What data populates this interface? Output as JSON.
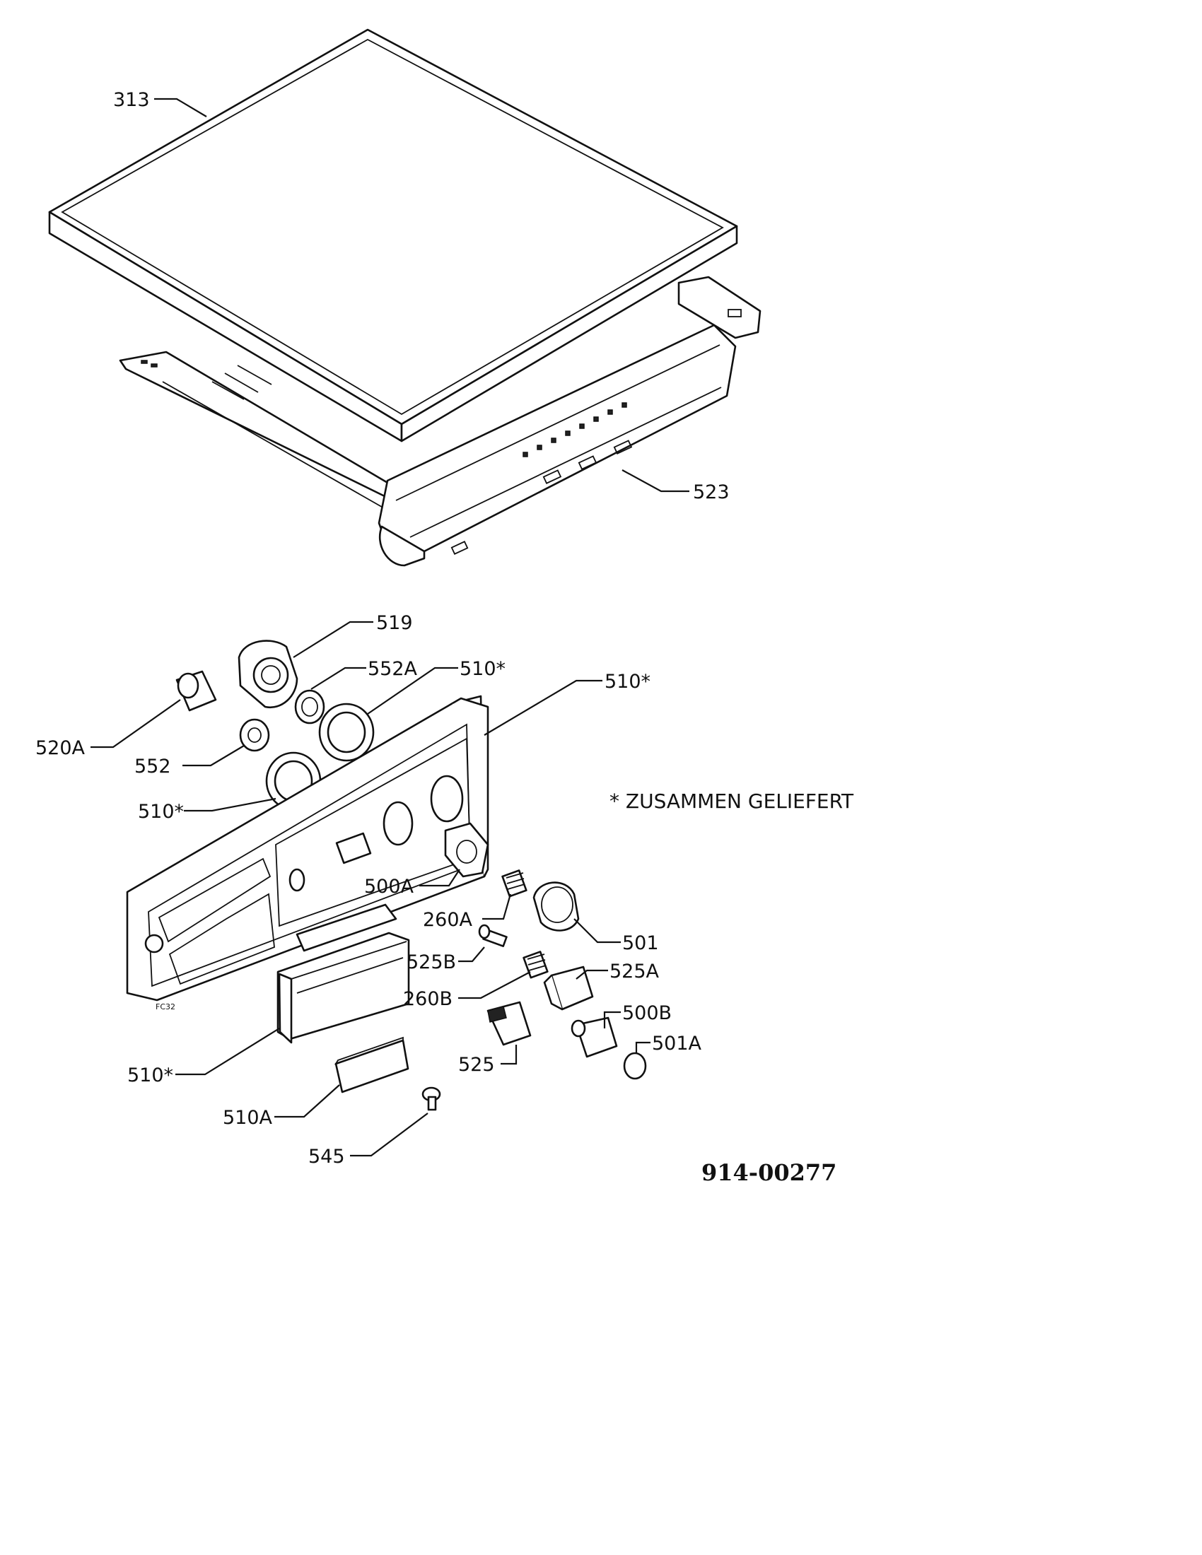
{
  "callouts": {
    "c313": "313",
    "c523": "523",
    "c519": "519",
    "c552A": "552A",
    "c510_knob_right": "510*",
    "c510_panel": "510*",
    "c520A": "520A",
    "c552": "552",
    "c510_knob_left": "510*",
    "c500A": "500A",
    "c260A": "260A",
    "c501": "501",
    "c525B": "525B",
    "c525A": "525A",
    "c260B": "260B",
    "c500B": "500B",
    "c501A": "501A",
    "c525": "525",
    "c510_door": "510*",
    "c510A": "510A",
    "c545": "545"
  },
  "note": "* ZUSAMMEN GELIEFERT",
  "document_number": "914-00277",
  "panel_stamp": "FC32"
}
